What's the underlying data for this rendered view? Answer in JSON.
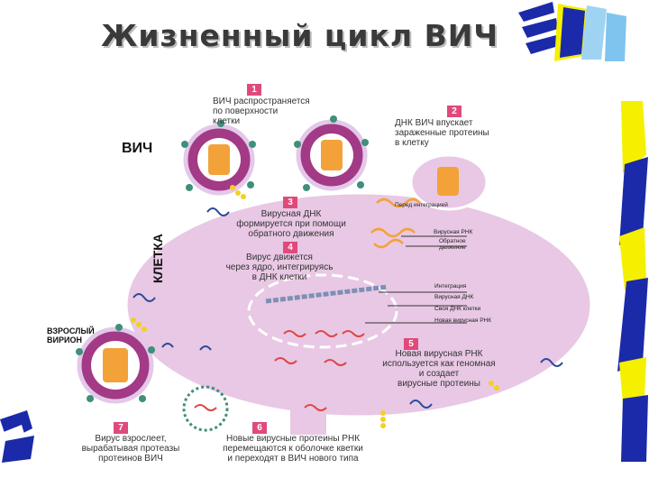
{
  "title": "Жизненный цикл ВИЧ",
  "labels": {
    "hiv": "ВИЧ",
    "cell": "КЛЕТКА",
    "adult_virion_line1": "ВЗРОСЛЫЙ",
    "adult_virion_line2": "ВИРИОН"
  },
  "steps": [
    {
      "num": "1",
      "lines": [
        "ВИЧ распространяется",
        "по поверхности",
        "клетки"
      ]
    },
    {
      "num": "2",
      "lines": [
        "ДНК ВИЧ впускает",
        "зараженные протеины",
        "в клетку"
      ]
    },
    {
      "num": "3",
      "lines": [
        "Вирусная ДНК",
        "формируется при помощи",
        "обратного движения"
      ]
    },
    {
      "num": "4",
      "lines": [
        "Вирус движется",
        "через ядро, интегрируясь",
        "в ДНК клетки"
      ]
    },
    {
      "num": "5",
      "lines": [
        "Новая вирусная РНК",
        "используется как геномная",
        "и создает",
        "вирусные протеины"
      ]
    },
    {
      "num": "6",
      "lines": [
        "Новые вирусные протеины РНК",
        "перемещаются к оболочке кветки",
        "и переходят в ВИЧ нового типа"
      ]
    },
    {
      "num": "7",
      "lines": [
        "Вирус взрослеет,",
        "вырабатывая протеазы",
        "протеинов ВИЧ"
      ]
    }
  ],
  "small_labels": {
    "before_integration": "Перед интеграцией",
    "viral_rna": "Вирусная РНК",
    "reverse_line1": "Обратное",
    "reverse_line2": "движение",
    "integration": "Интеграция",
    "viral_dna": "Вирусная ДНК",
    "cell_dna": "Своя ДНК клетки",
    "new_viral_rna": "Новая вирусная РНК"
  },
  "colors": {
    "cell": "#e8c8e4",
    "cell_border": "#ffffff",
    "virion": "#a23a86",
    "capsid": "#f3a23a",
    "badge": "#e04a7a",
    "spike": "#3f8f7a",
    "rna": "#e04444",
    "deco_blue": "#1b2aa8",
    "deco_yellow": "#f4f000"
  }
}
